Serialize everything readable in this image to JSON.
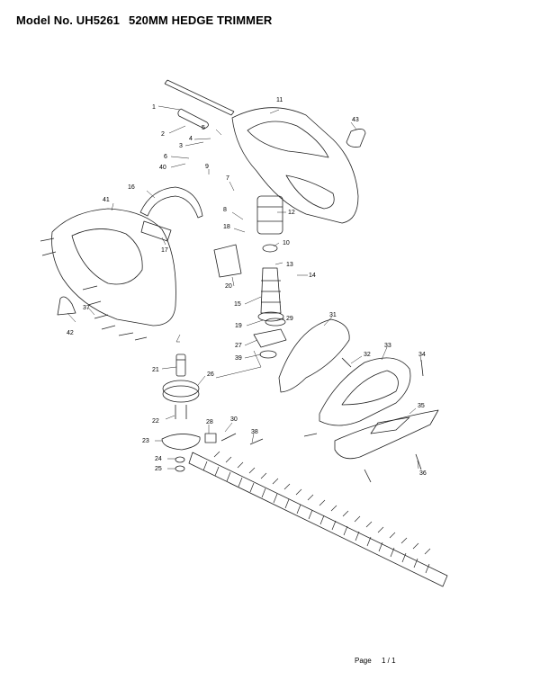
{
  "header": {
    "model_label": "Model No. UH5261",
    "product_name": "520MM HEDGE TRIMMER"
  },
  "parts_callouts": [
    "1",
    "2",
    "3",
    "4",
    "5",
    "6",
    "7",
    "8",
    "9",
    "10",
    "11",
    "12",
    "13",
    "14",
    "15",
    "16",
    "17",
    "18",
    "19",
    "20",
    "21",
    "22",
    "23",
    "24",
    "25",
    "26",
    "27",
    "28",
    "29",
    "30",
    "31",
    "32",
    "33",
    "34",
    "35",
    "36",
    "37",
    "38",
    "39",
    "40",
    "41",
    "42",
    "43"
  ],
  "footer": {
    "page_label": "Page",
    "page_count": "1 / 1"
  }
}
